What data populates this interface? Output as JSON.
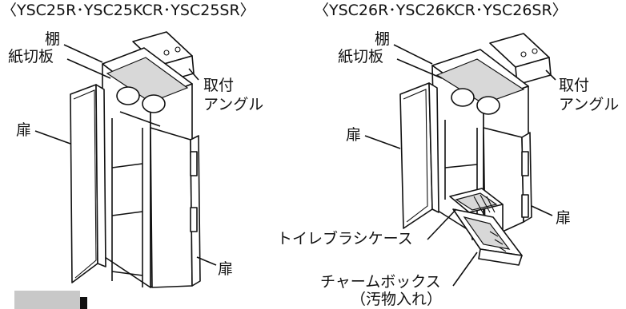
{
  "left": {
    "title": "〈YSC25R･YSC25KCR･YSC25SR〉",
    "labels": {
      "shelf": "棚",
      "divider": "紙切板",
      "bracket_1": "取付",
      "bracket_2": "アングル",
      "door_left": "扉",
      "door_right": "扉"
    }
  },
  "right": {
    "title": "〈YSC26R･YSC26KCR･YSC26SR〉",
    "labels": {
      "shelf": "棚",
      "divider": "紙切板",
      "bracket_1": "取付",
      "bracket_2": "アングル",
      "door_left": "扉",
      "door_right": "扉",
      "brush_case": "トイレブラシケース",
      "charm_box_1": "チャームボックス",
      "charm_box_2": "（汚物入れ）"
    }
  }
}
